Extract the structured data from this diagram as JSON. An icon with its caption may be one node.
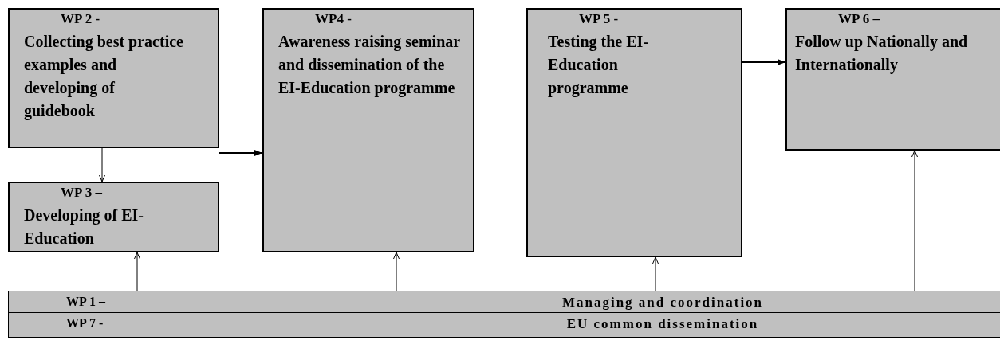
{
  "diagram": {
    "nodes": [
      {
        "text": [
          "WP 2 -",
          "Collecting best practice examples and developing of guidebook"
        ]
      },
      {
        "text": [
          "WP 3 –",
          "Developing of EI-Education"
        ]
      },
      {
        "text": [
          "WP4 -",
          "Awareness raising seminar and dissemination of the EI-Education programme"
        ]
      },
      {
        "text": [
          "WP 5 -",
          "Testing the EI-Education programme"
        ]
      },
      {
        "text": [
          "WP 6 –",
          "Follow up Nationally and Internationally"
        ]
      },
      {
        "text": [
          "WP 1 –",
          "Managing and coordination"
        ]
      },
      {
        "text": [
          "WP 7 -",
          "EU common dissemination"
        ]
      }
    ],
    "edges": [
      {
        "from": 0,
        "to": 1,
        "arrow": "to"
      },
      {
        "from": 0,
        "to": 2,
        "arrow": "to"
      },
      {
        "from": 3,
        "to": 4,
        "arrow": "to"
      },
      {
        "from": 5,
        "to": 1,
        "arrow": "to"
      },
      {
        "from": 5,
        "to": 2,
        "arrow": "to"
      },
      {
        "from": 5,
        "to": 3,
        "arrow": "to"
      },
      {
        "from": 5,
        "to": 4,
        "arrow": "to"
      }
    ]
  }
}
